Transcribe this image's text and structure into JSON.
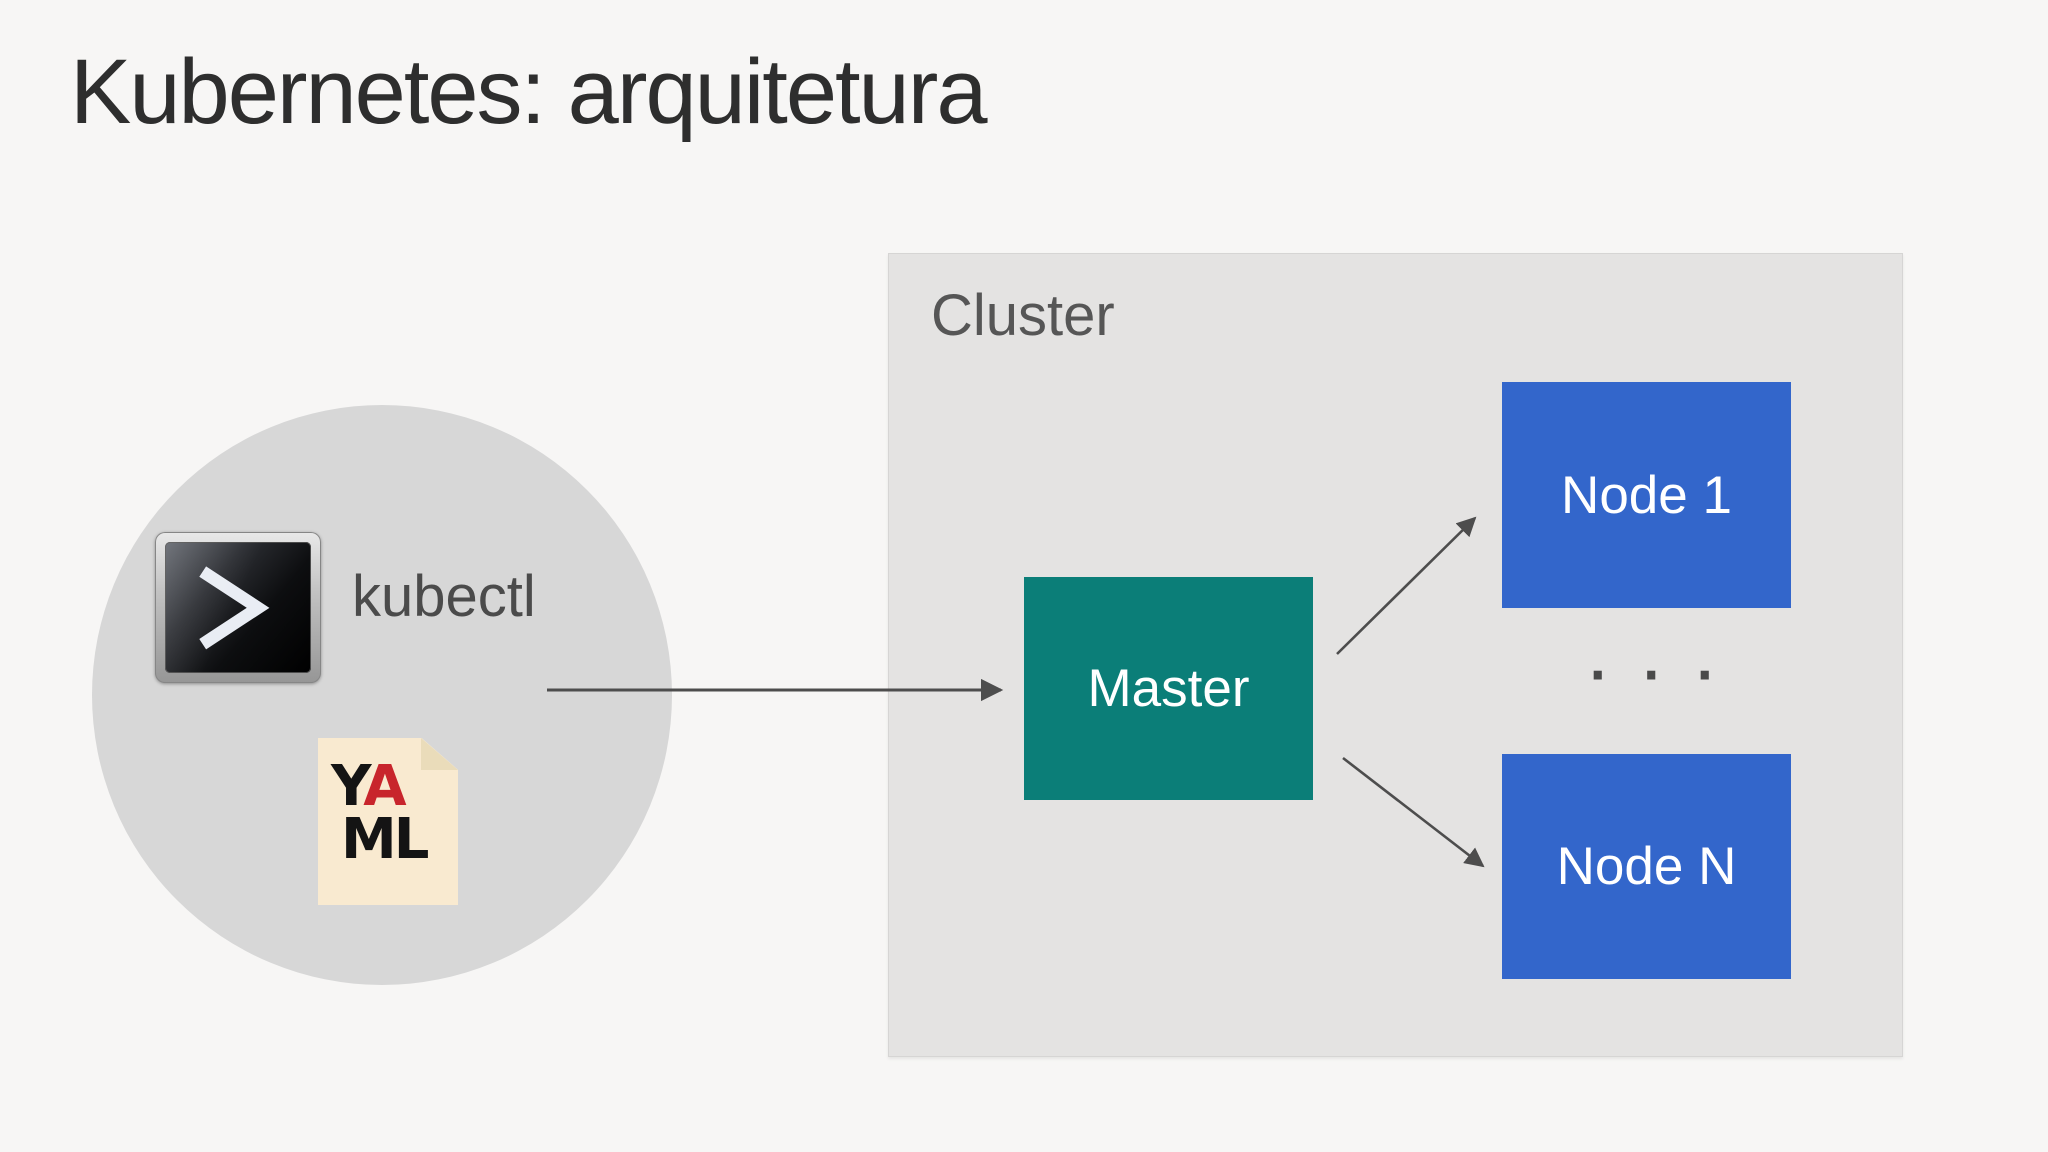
{
  "slide": {
    "title": "Kubernetes: arquitetura"
  },
  "actor": {
    "label": "kubectl",
    "icons": [
      {
        "name": "terminal-prompt-icon",
        "glyph": ">"
      },
      {
        "name": "yaml-file-icon",
        "text": "YAML"
      }
    ],
    "yaml": {
      "y": "Y",
      "a": "A",
      "ml": "ML"
    }
  },
  "cluster": {
    "label": "Cluster",
    "master_label": "Master",
    "node1_label": "Node 1",
    "nodeN_label": "Node N",
    "ellipsis": "· · ·"
  },
  "colors": {
    "page_bg": "#f7f6f5",
    "circle_bg": "#d7d7d7",
    "cluster_bg": "#e4e3e2",
    "master_teal": "#0b7e78",
    "node_blue": "#3366cb",
    "arrow_gray": "#4d4d4d",
    "title_text": "#2e2e2e",
    "cluster_label_text": "#565656",
    "kubectl_label_text": "#4b4b4b",
    "yaml_paper": "#f9ead0",
    "yaml_red": "#c8252c",
    "yaml_black": "#141414"
  }
}
